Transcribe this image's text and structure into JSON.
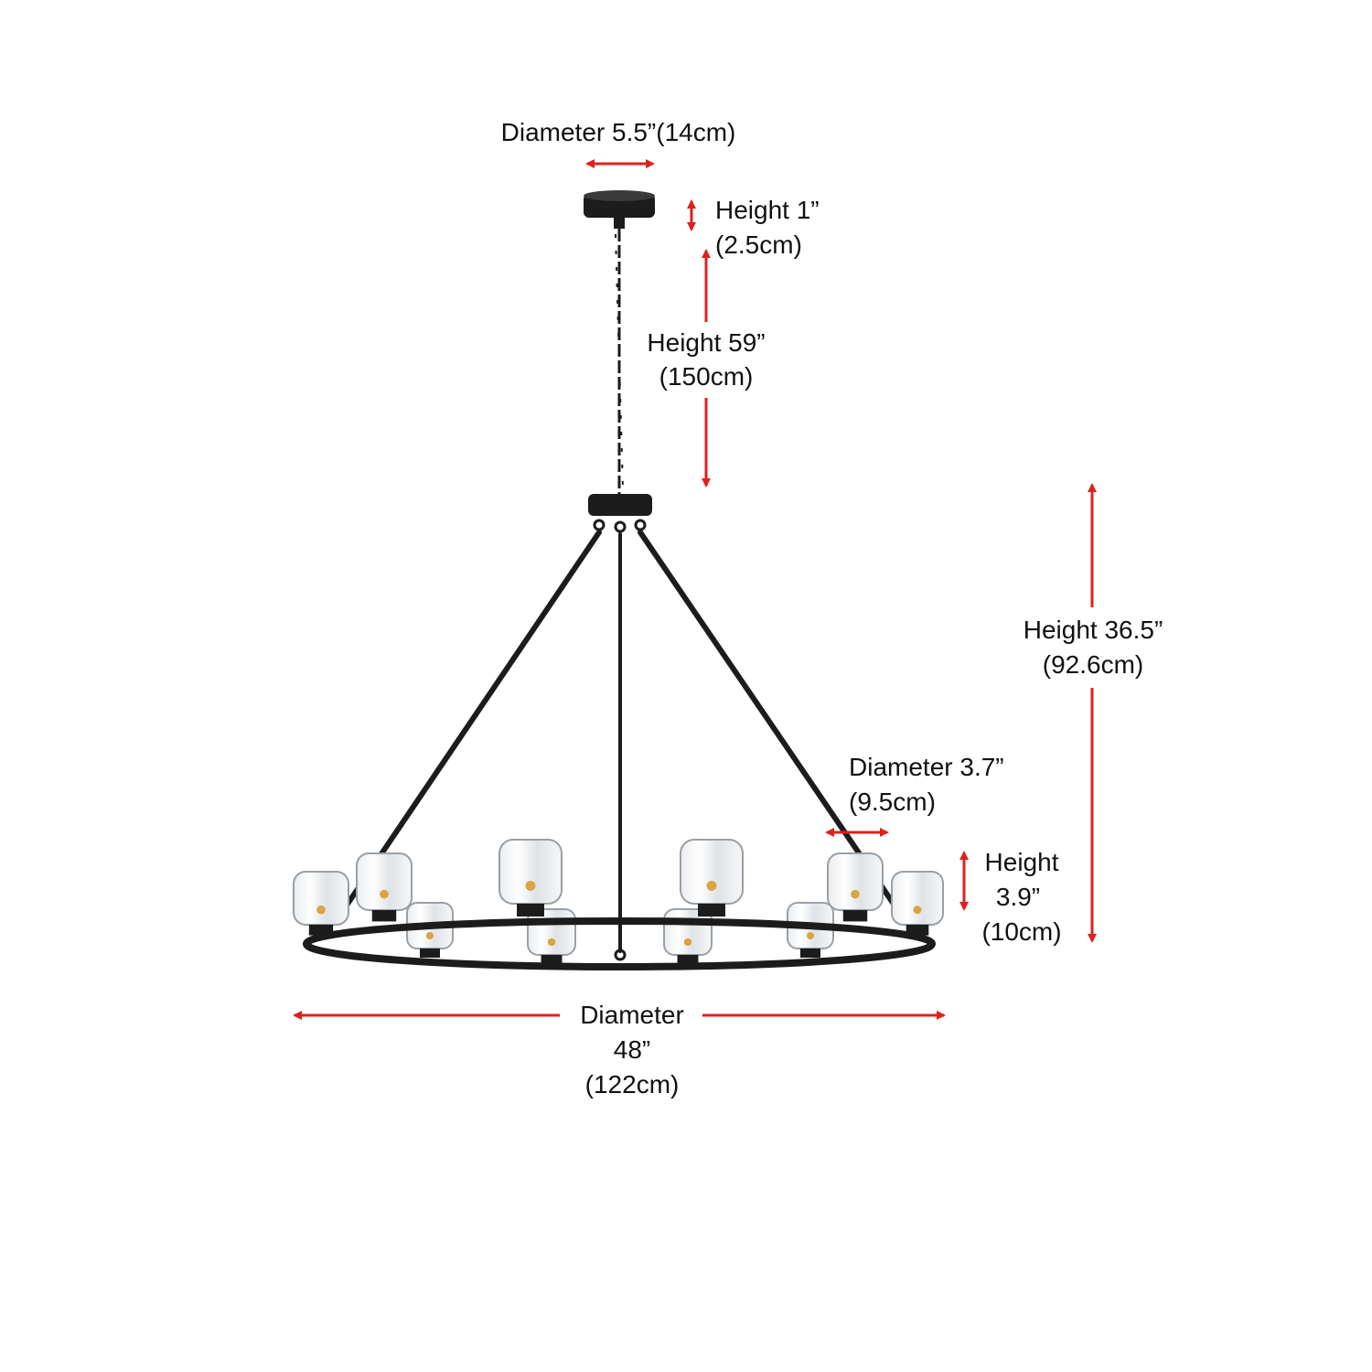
{
  "colors": {
    "arrow": "#e0201c",
    "metal": "#1c1c1c",
    "glass": "#c9cdd2"
  },
  "labels": {
    "canopy_diameter": "Diameter 5.5”(14cm)",
    "canopy_height_1": "Height 1”",
    "canopy_height_2": "(2.5cm)",
    "chain_height_1": "Height 59”",
    "chain_height_2": "(150cm)",
    "body_height_1": "Height 36.5”",
    "body_height_2": "(92.6cm)",
    "shade_diameter_1": "Diameter 3.7”",
    "shade_diameter_2": "(9.5cm)",
    "shade_height_1": "Height",
    "shade_height_2": "3.9”",
    "shade_height_3": "(10cm)",
    "ring_diameter_1": "Diameter",
    "ring_diameter_2": "48”",
    "ring_diameter_3": "(122cm)"
  }
}
